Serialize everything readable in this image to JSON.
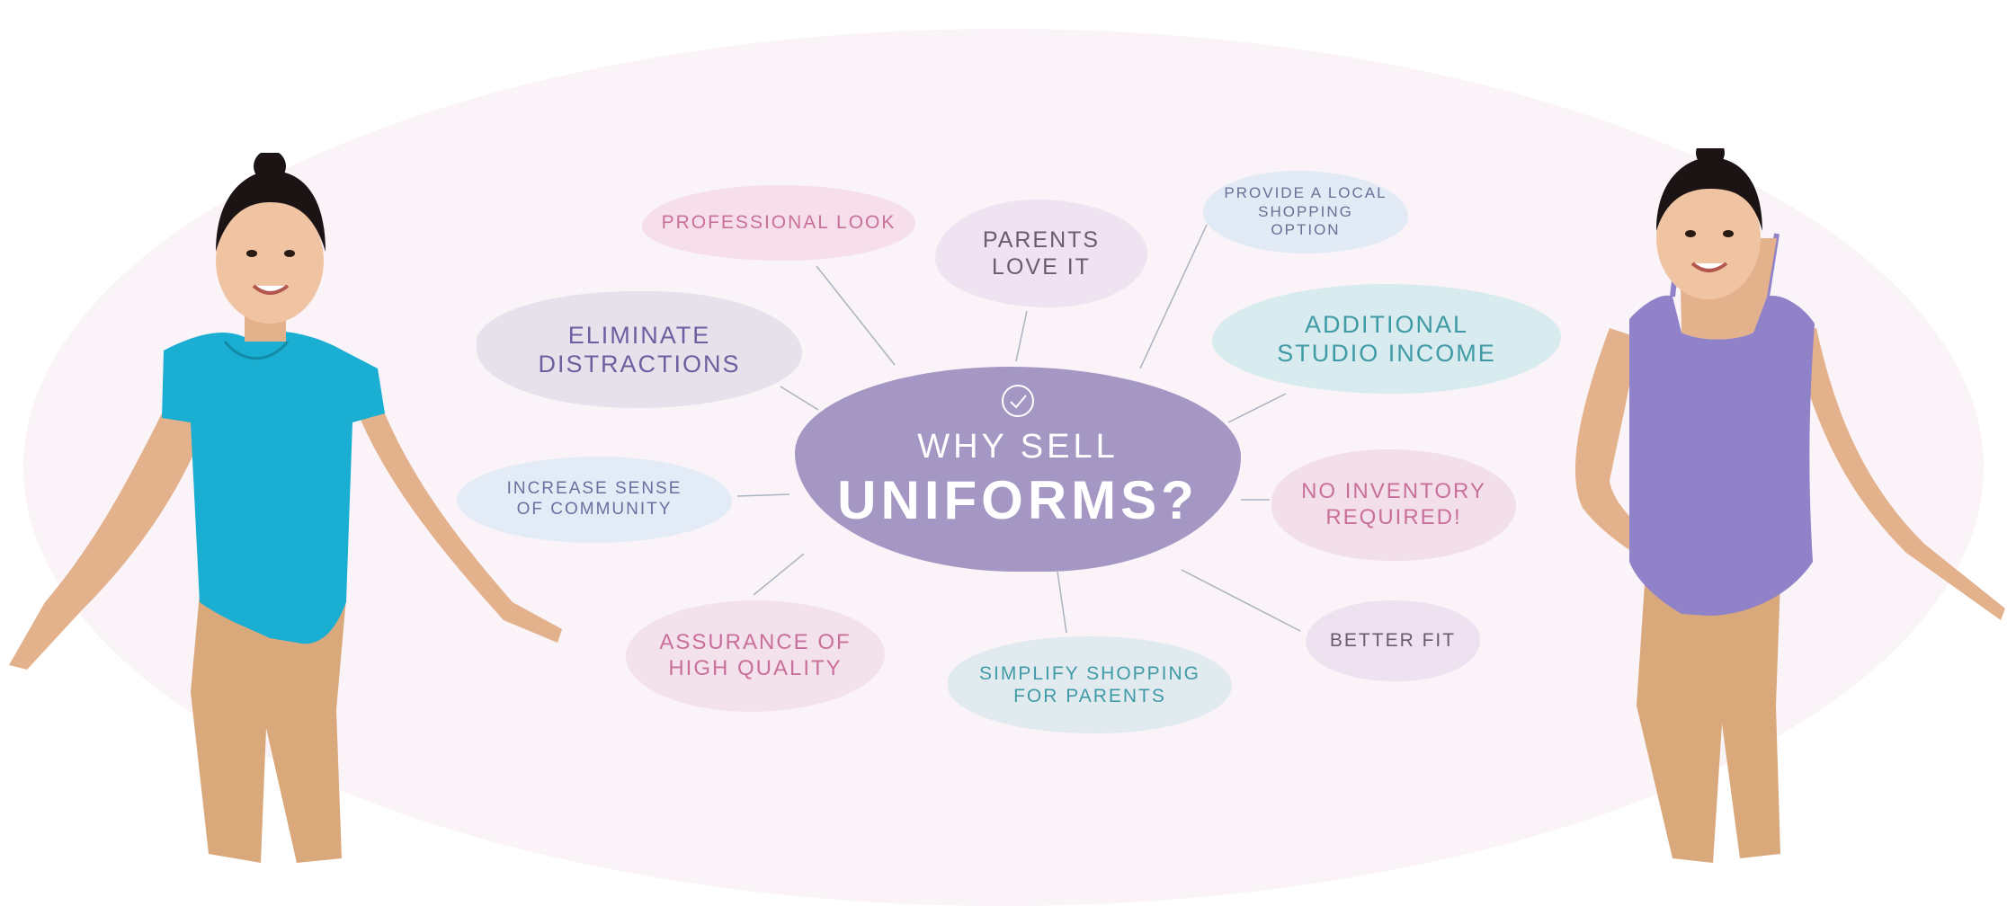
{
  "center": {
    "line1": "WHY SELL",
    "line2": "UNIFORMS?",
    "icon": "check-circle-icon",
    "color": "#a497c4"
  },
  "bubbles": {
    "professional_look": "PROFESSIONAL LOOK",
    "parents_love_it": "PARENTS\nLOVE IT",
    "local_shopping": "PROVIDE A LOCAL\nSHOPPING OPTION",
    "eliminate_distractions": "ELIMINATE\nDISTRACTIONS",
    "studio_income": "ADDITIONAL\nSTUDIO INCOME",
    "community": "INCREASE SENSE\nOF COMMUNITY",
    "no_inventory": "NO INVENTORY\nREQUIRED!",
    "high_quality": "ASSURANCE OF\nHIGH QUALITY",
    "simplify_shopping": "SIMPLIFY SHOPPING\nFOR PARENTS",
    "better_fit": "BETTER FIT"
  },
  "colors": {
    "pink_text": "#c9709a",
    "purple_text": "#6c5f9f",
    "teal_text": "#3f9aa6",
    "gray_text": "#6d5a6d",
    "backdrop": "#faf3f8",
    "leotard_blue": "#1aaed2",
    "leotard_purple": "#8f82c8"
  }
}
